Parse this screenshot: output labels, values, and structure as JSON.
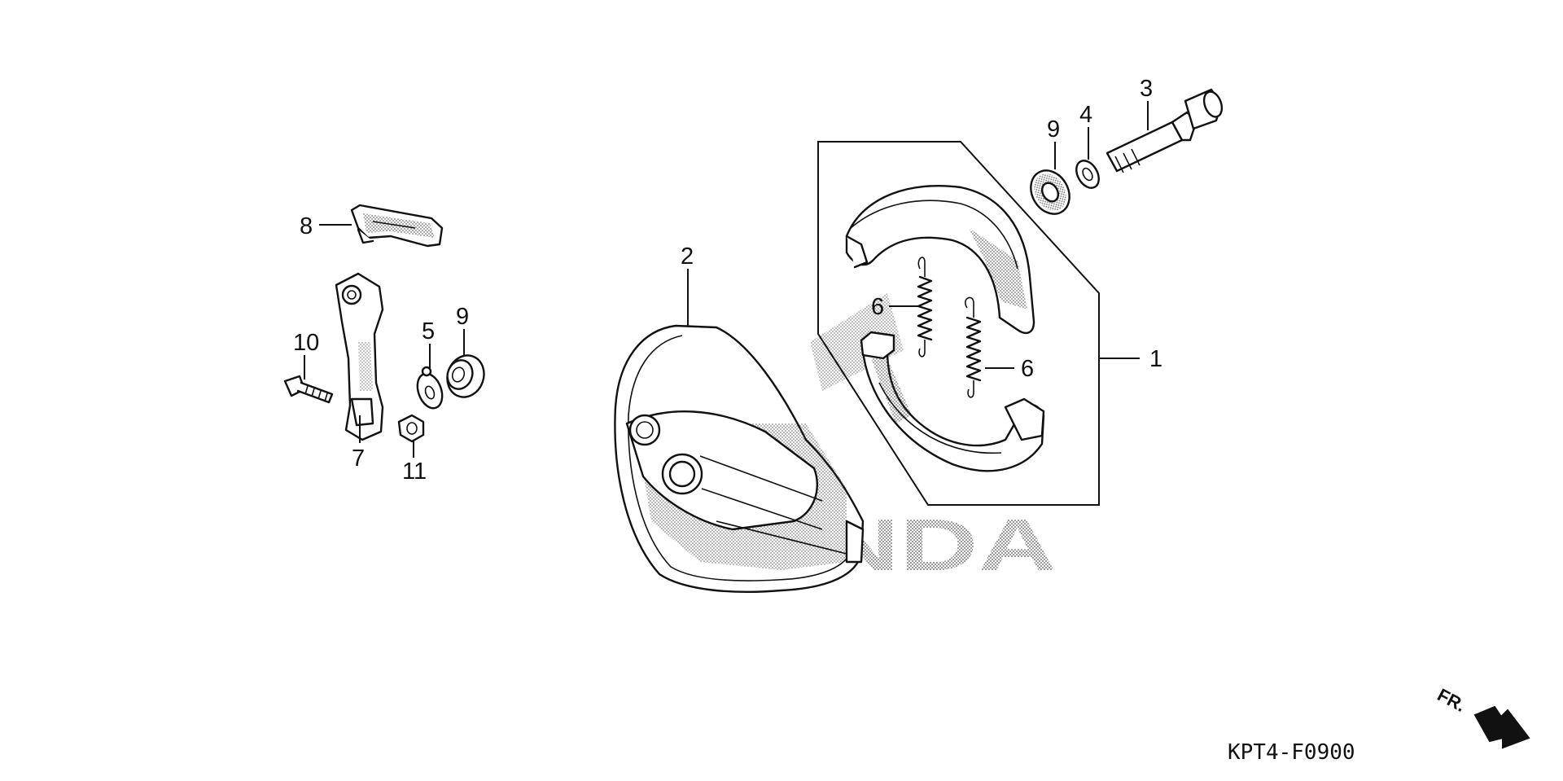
{
  "callouts": {
    "c1": "1",
    "c2": "2",
    "c3": "3",
    "c4": "4",
    "c5": "5",
    "c6a": "6",
    "c6b": "6",
    "c7": "7",
    "c8": "8",
    "c9a": "9",
    "c9b": "9",
    "c10": "10",
    "c11": "11"
  },
  "diagram_code": "KPT4-F0900",
  "direction_label": "FR.",
  "watermark": "HONDA",
  "colors": {
    "ink": "#111111",
    "background": "#ffffff"
  }
}
